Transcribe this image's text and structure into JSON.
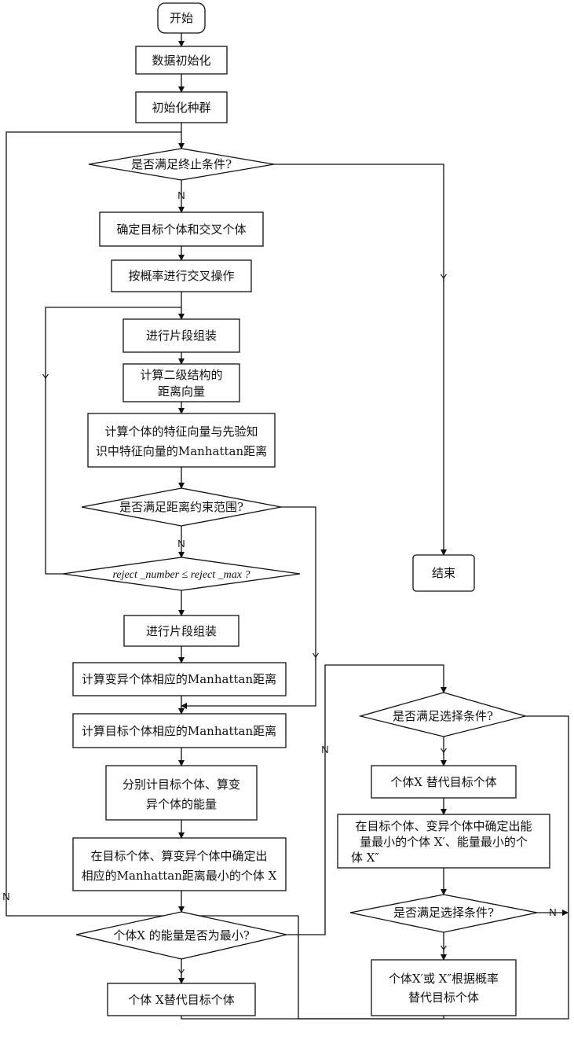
{
  "nodes": {
    "start": "开始",
    "init_data": "数据初始化",
    "init_pop": "初始化种群",
    "term_cond": "是否满足终止条件?",
    "select_target_cross": "确定目标个体和交叉个体",
    "crossover": "按概率进行交叉操作",
    "fragment_assembly_1": "进行片段组装",
    "sec_struct_vector": [
      "计算二级结构的",
      "距离向量"
    ],
    "feature_manhattan": [
      "计算个体的特征向量与先验知",
      "识中特征向量的Manhattan距离"
    ],
    "distance_cond": "是否满足距离约束范围?",
    "reject_cond": "reject _number ≤ reject _max ?",
    "fragment_assembly_2": "进行片段组装",
    "mutant_manhattan": "计算变异个体相应的Manhattan距离",
    "target_manhattan": "计算目标个体相应的Manhattan距离",
    "energy_calc": [
      "分别计目标个体、算变",
      "异个体的能量"
    ],
    "min_manhattan_x": [
      "在目标个体、算变异个体中确定出",
      "相应的Manhattan距离最小的个体 X"
    ],
    "x_energy_min": "个体X  的能量是否为最小?",
    "x_replace_target": "个体 X替代目标个体",
    "select_cond_1": "是否满足选择条件?",
    "x_replace_target_2": "个体X   替代目标个体",
    "min_energy_x": [
      "在目标个体、变异个体中确定出能",
      "量最小的个体 X′、能量最小的个",
      "体 X″"
    ],
    "select_cond_2": "是否满足选择条件?",
    "prob_replace": [
      "个体X′或 X″根据概率",
      "替代目标个体"
    ],
    "end": "结束"
  },
  "edge_labels": {
    "term_no": "N",
    "term_yes": "Y",
    "loop_yes": "Y",
    "dist_no": "N",
    "dist_yes": "Y",
    "energy_no": "N",
    "energy_yes": "Y",
    "sel1_yes": "Y",
    "sel2_yes": "Y",
    "sel2_no": "N",
    "outer_no": "N"
  }
}
